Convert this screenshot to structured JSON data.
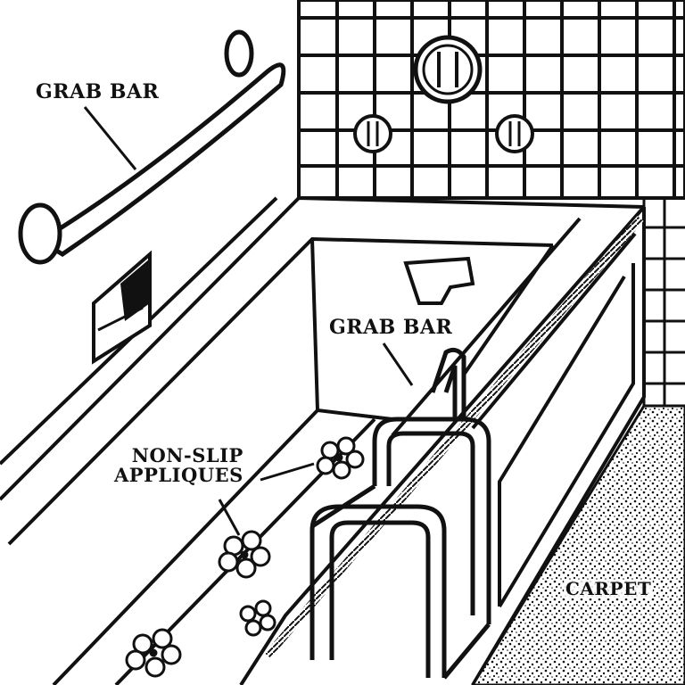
{
  "labels": {
    "grab_bar_wall": "GRAB BAR",
    "grab_bar_tub": "GRAB BAR",
    "non_slip_line1": "NON-SLIP",
    "non_slip_line2": "APPLIQUES",
    "carpet": "CARPET"
  },
  "colors": {
    "ink": "#111111",
    "paper": "#ffffff"
  }
}
